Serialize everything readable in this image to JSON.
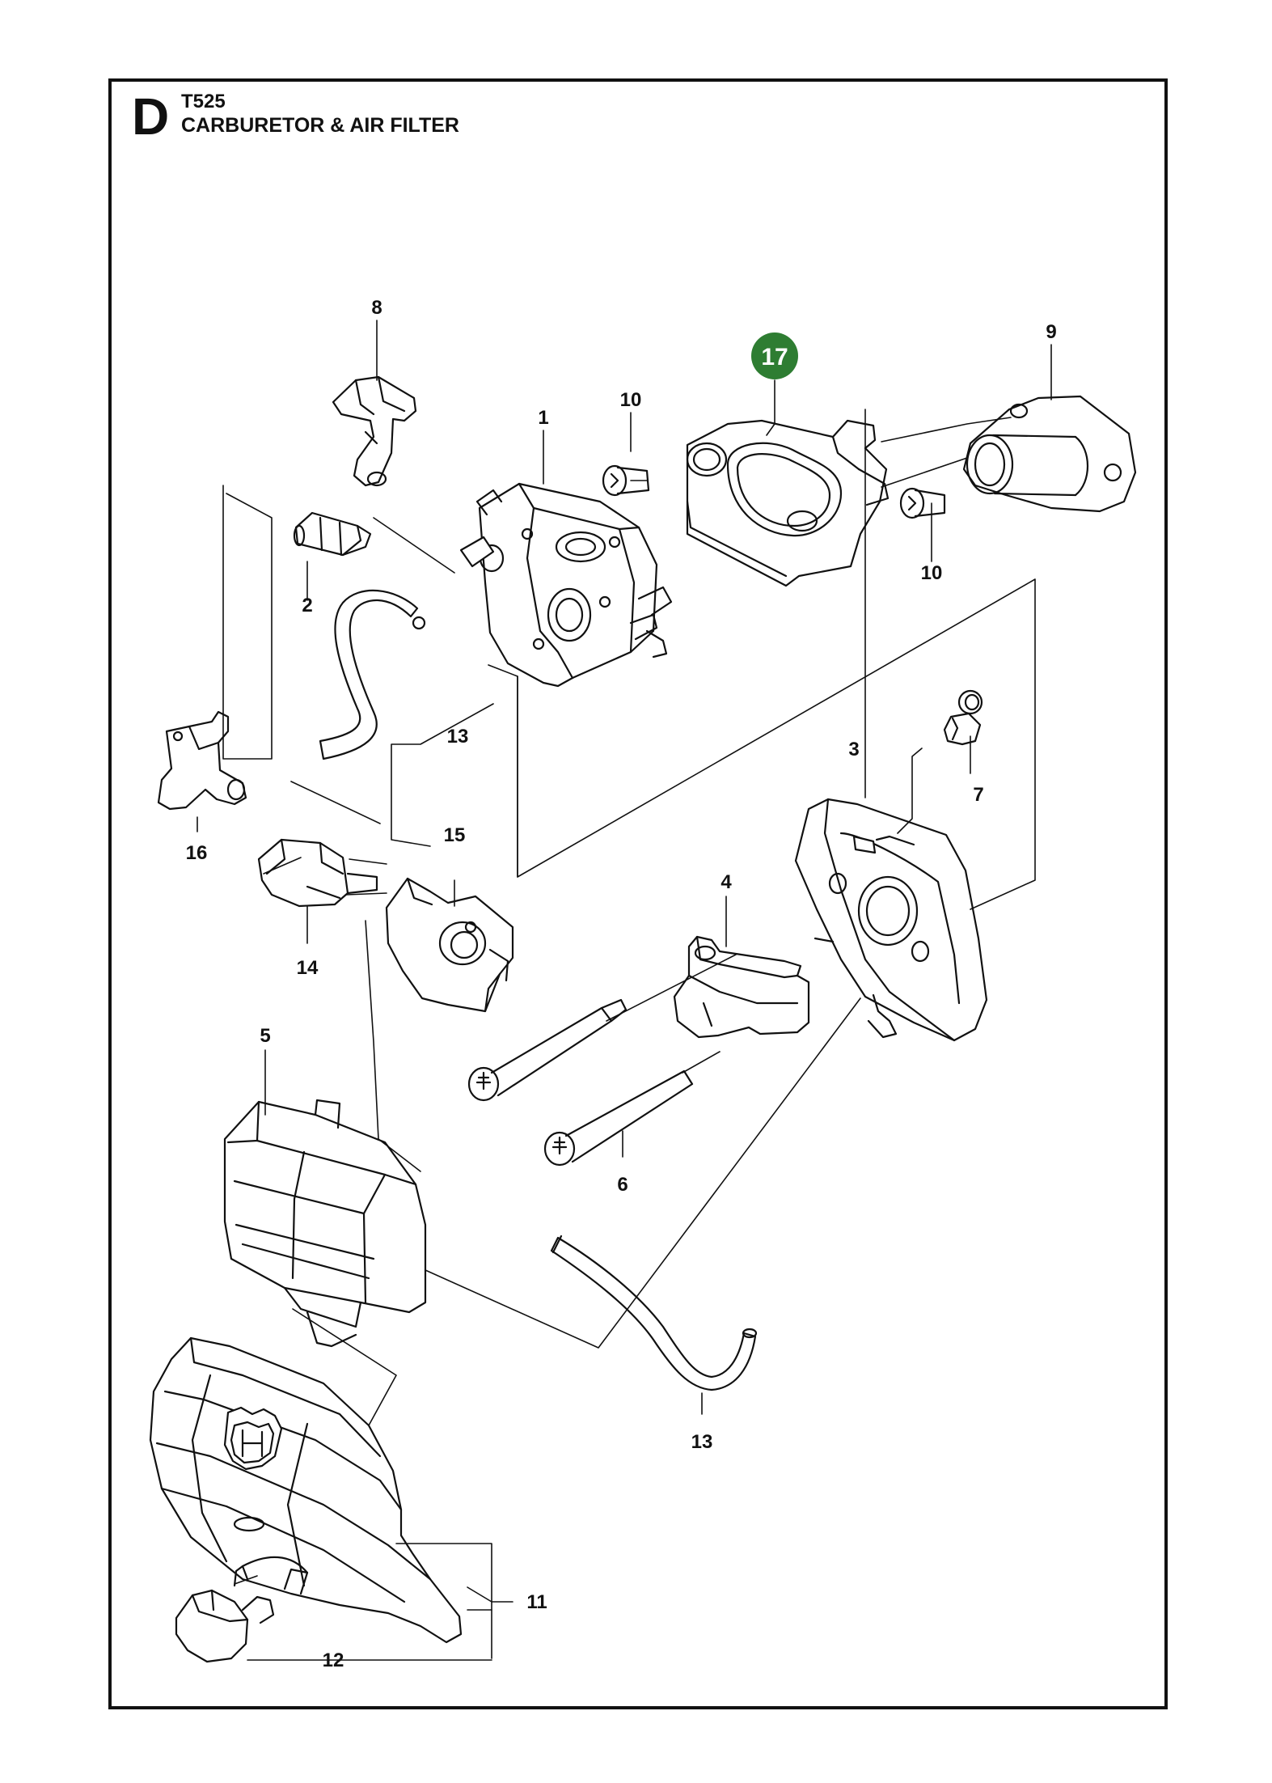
{
  "header": {
    "section_letter": "D",
    "model": "T525",
    "title": "CARBURETOR & AIR FILTER"
  },
  "callouts": {
    "c1": "1",
    "c2": "2",
    "c3": "3",
    "c4": "4",
    "c5": "5",
    "c6": "6",
    "c7": "7",
    "c8": "8",
    "c9": "9",
    "c10a": "10",
    "c10b": "10",
    "c11": "11",
    "c12": "12",
    "c13a": "13",
    "c13b": "13",
    "c14": "14",
    "c15": "15",
    "c16": "16",
    "c17": "17"
  },
  "colors": {
    "line": "#111111",
    "highlight_badge": "#2e7d32",
    "highlight_text": "#ffffff"
  },
  "icons": {
    "brand_logo": "husqvarna-crown-h-logo"
  }
}
